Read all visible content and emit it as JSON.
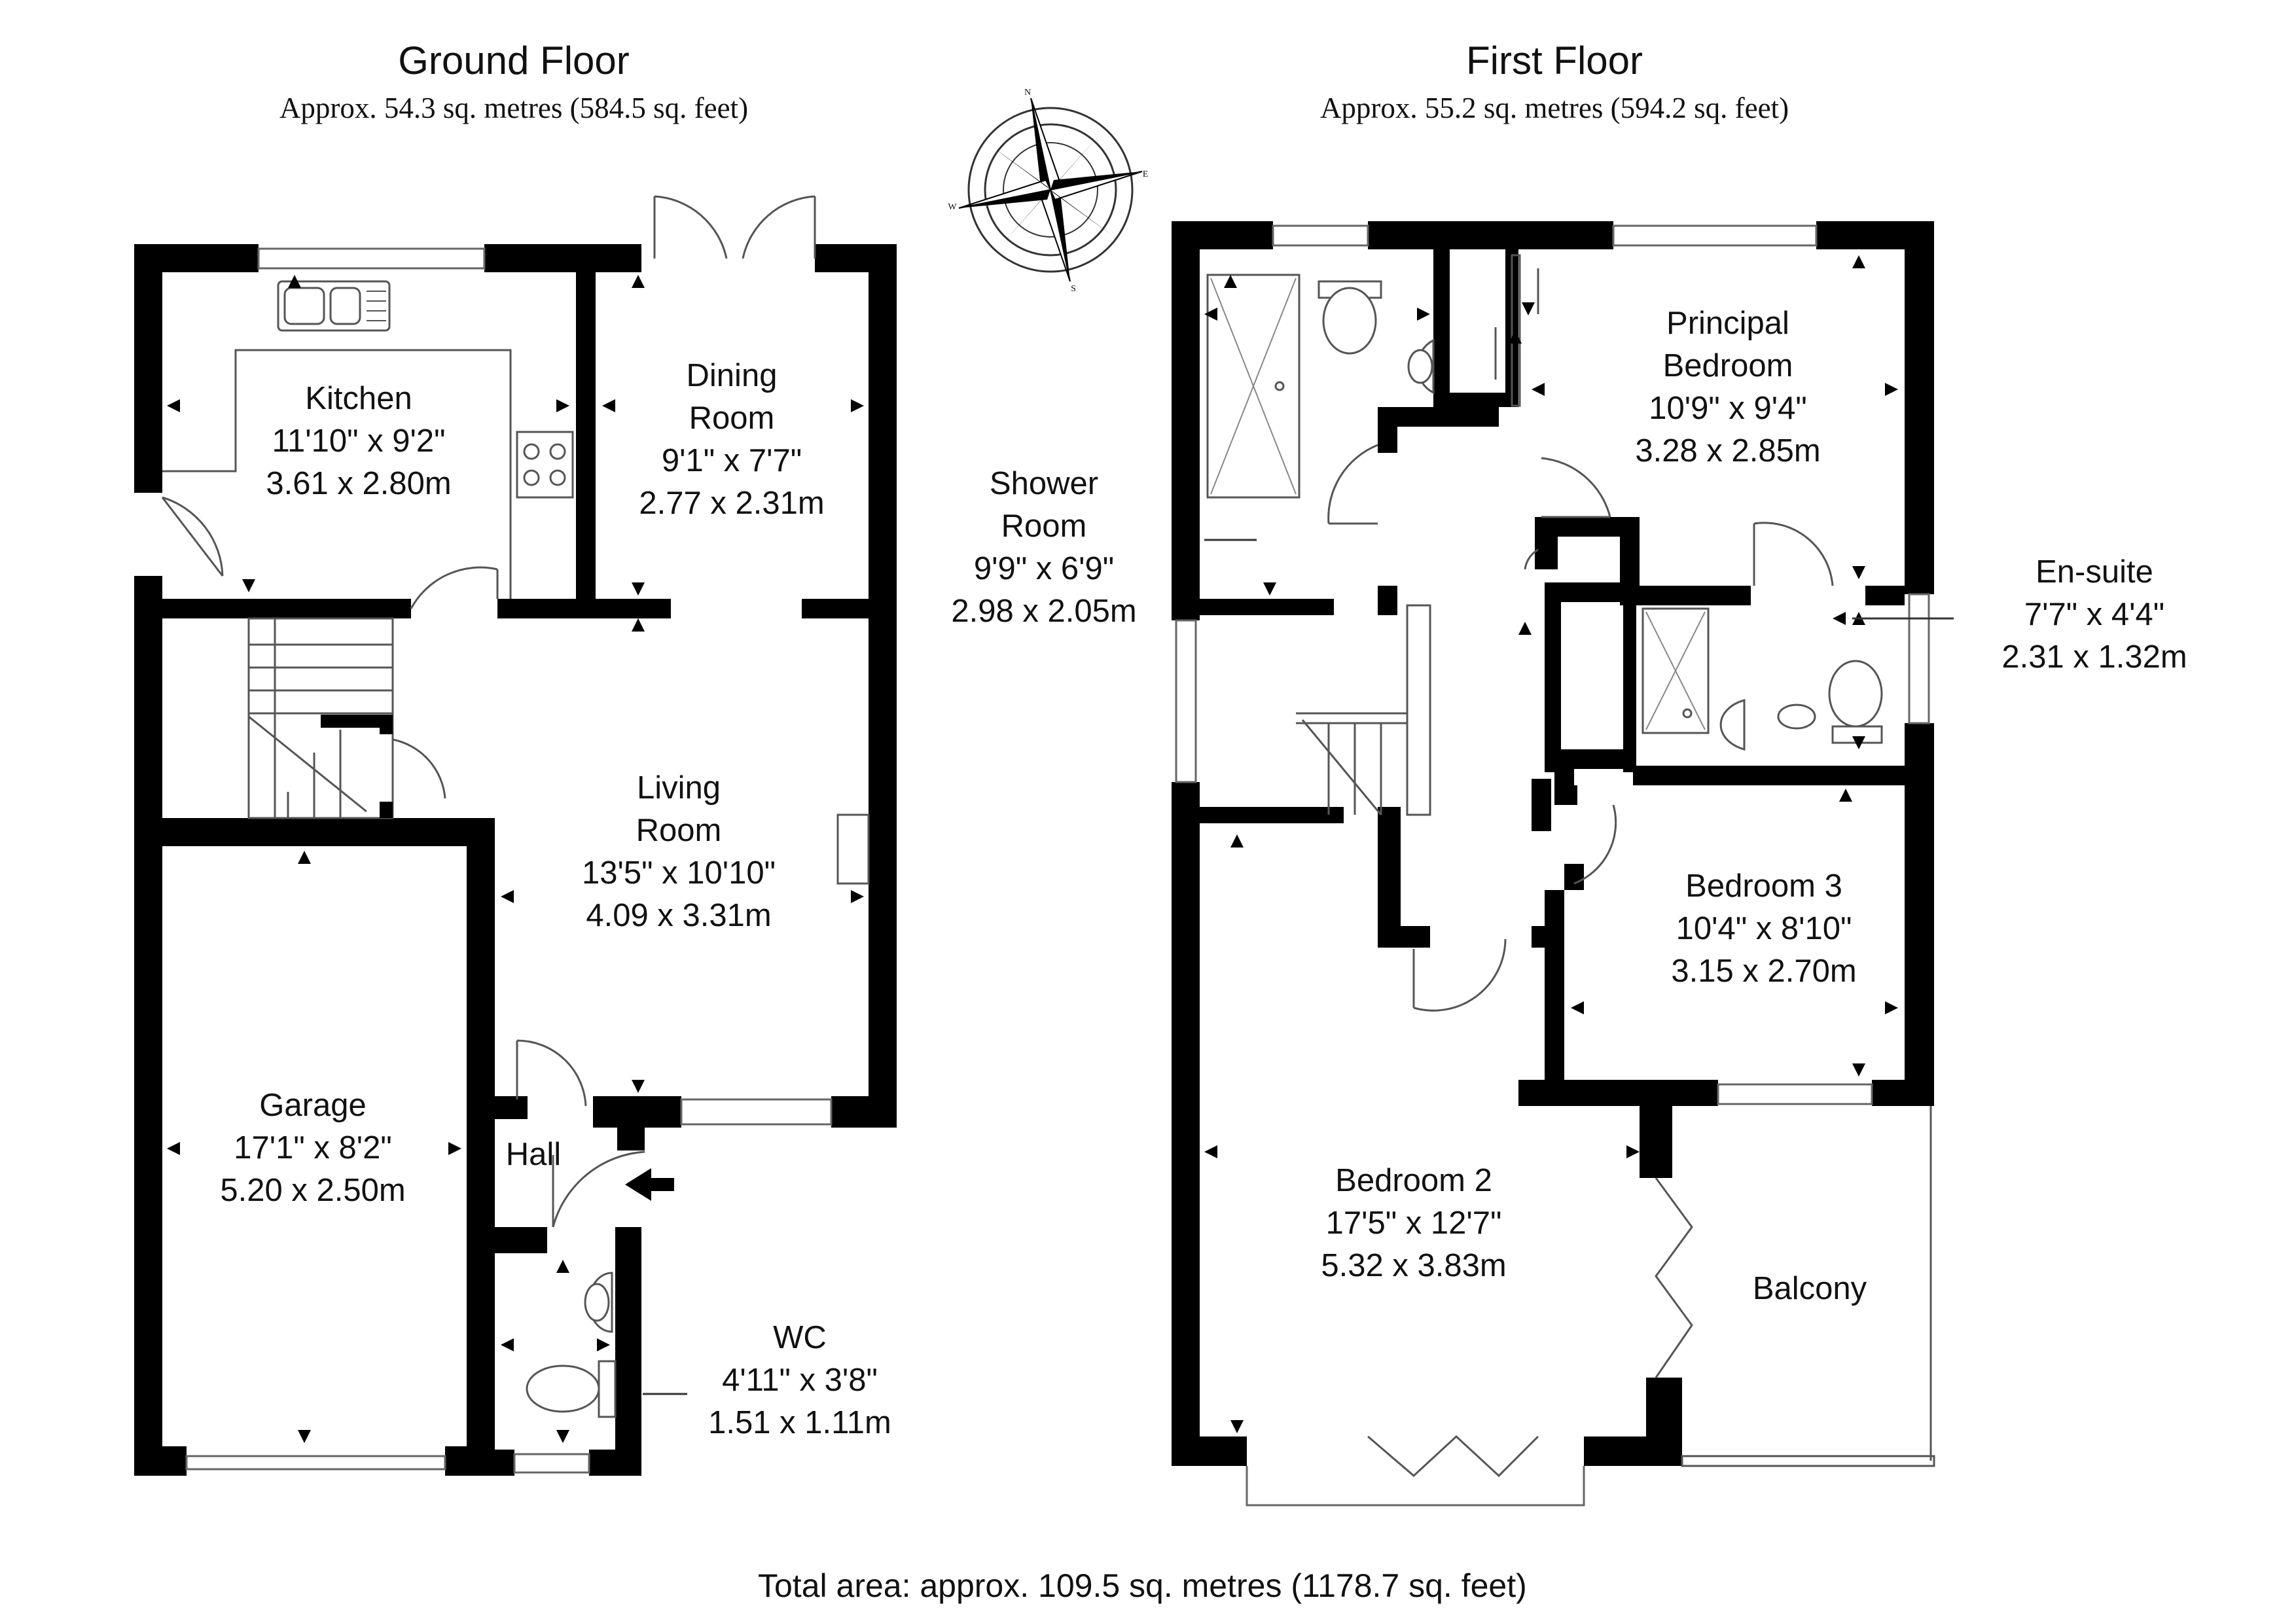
{
  "ground_floor": {
    "title": "Ground Floor",
    "area": "Approx. 54.3 sq. metres (584.5 sq. feet)",
    "rooms": {
      "kitchen": {
        "name": "Kitchen",
        "imperial": "11'10\" x 9'2\"",
        "metric": "3.61 x 2.80m"
      },
      "dining": {
        "name_line1": "Dining",
        "name_line2": "Room",
        "imperial": "9'1\" x 7'7\"",
        "metric": "2.77 x 2.31m"
      },
      "living": {
        "name_line1": "Living",
        "name_line2": "Room",
        "imperial": "13'5\" x 10'10\"",
        "metric": "4.09 x 3.31m"
      },
      "garage": {
        "name": "Garage",
        "imperial": "17'1\" x 8'2\"",
        "metric": "5.20 x 2.50m"
      },
      "hall": {
        "name": "Hall"
      },
      "wc": {
        "name": "WC",
        "imperial": "4'11\" x 3'8\"",
        "metric": "1.51 x 1.11m"
      }
    }
  },
  "first_floor": {
    "title": "First Floor",
    "area": "Approx. 55.2 sq. metres (594.2 sq. feet)",
    "rooms": {
      "principal": {
        "name_line1": "Principal",
        "name_line2": "Bedroom",
        "imperial": "10'9\" x 9'4\"",
        "metric": "3.28 x 2.85m"
      },
      "shower": {
        "name_line1": "Shower",
        "name_line2": "Room",
        "imperial": "9'9\" x 6'9\"",
        "metric": "2.98 x 2.05m"
      },
      "ensuite": {
        "name": "En-suite",
        "imperial": "7'7\" x 4'4\"",
        "metric": "2.31 x 1.32m"
      },
      "bedroom3": {
        "name": "Bedroom 3",
        "imperial": "10'4\" x 8'10\"",
        "metric": "3.15 x 2.70m"
      },
      "bedroom2": {
        "name": "Bedroom 2",
        "imperial": "17'5\" x 12'7\"",
        "metric": "5.32 x 3.83m"
      },
      "balcony": {
        "name": "Balcony"
      }
    }
  },
  "compass": {
    "n": "N",
    "e": "E",
    "s": "S",
    "w": "W"
  },
  "total_area": "Total area: approx. 109.5 sq. metres (1178.7 sq. feet)"
}
